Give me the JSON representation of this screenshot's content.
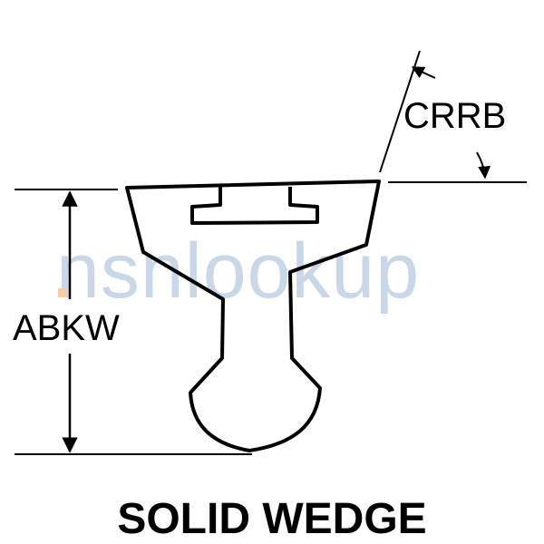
{
  "diagram": {
    "caption": "SOLID WEDGE",
    "labels": {
      "height": "ABKW",
      "angle": "CRRB"
    },
    "watermark": "nsnlookup",
    "colors": {
      "line": "#000000",
      "background": "#ffffff",
      "watermark_blue": "#9db8d6",
      "watermark_orange": "#f2a35e"
    }
  }
}
